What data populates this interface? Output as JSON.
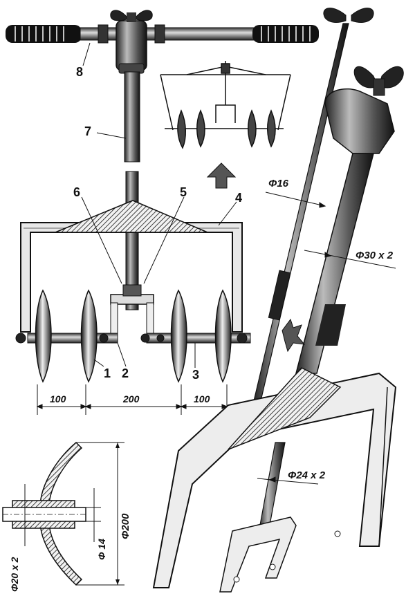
{
  "callouts": {
    "n1": "1",
    "n2": "2",
    "n3": "3",
    "n4": "4",
    "n5": "5",
    "n6": "6",
    "n7": "7",
    "n8": "8"
  },
  "dimensions": {
    "rod_dia": "Φ16",
    "tube_upper": "Φ30 x 2",
    "tube_lower": "Φ24 x 2",
    "span_left": "100",
    "span_center": "200",
    "span_right": "100",
    "disc_dia": "Φ200",
    "hub_dia": "Φ20 x 2",
    "axle_dia": "Φ 14"
  }
}
